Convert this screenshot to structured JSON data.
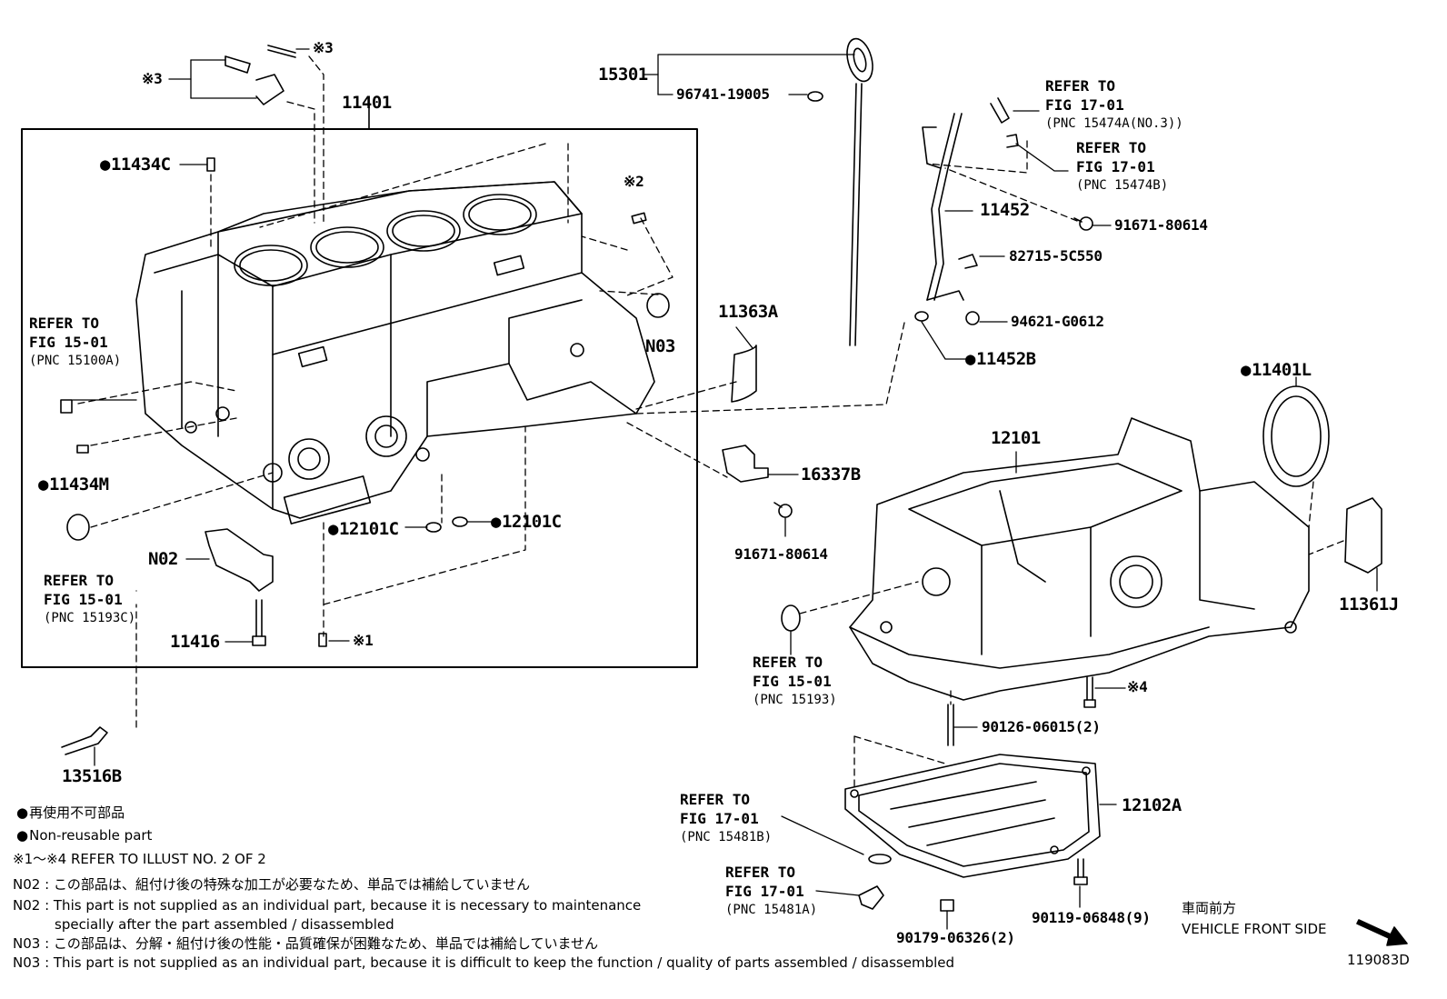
{
  "parts": {
    "p15301": "15301",
    "p96741": "96741-19005",
    "p11401": "11401",
    "p11434C": "11434C",
    "p11434M": "11434M",
    "p11363A": "11363A",
    "pN03": "N03",
    "p11452": "11452",
    "p82715": "82715-5C550",
    "p94621": "94621-G0612",
    "p91671a": "91671-80614",
    "p11452B": "11452B",
    "p11401L": "11401L",
    "p12101": "12101",
    "p16337B": "16337B",
    "p91671b": "91671-80614",
    "p12101C_a": "12101C",
    "p12101C_b": "12101C",
    "pN02": "N02",
    "p11416": "11416",
    "p13516B": "13516B",
    "p11361J": "11361J",
    "p90126": "90126-06015(2)",
    "p12102A": "12102A",
    "p90119": "90119-06848(9)",
    "p90179": "90179-06326(2)",
    "mark3a": "※3",
    "mark3b": "※3",
    "mark2": "※2",
    "mark1": "※1",
    "mark4": "※4"
  },
  "refs": {
    "r1": {
      "l1": "REFER TO",
      "l2": "FIG 17-01",
      "l3": "(PNC 15474A(NO.3))"
    },
    "r2": {
      "l1": "REFER TO",
      "l2": "FIG 17-01",
      "l3": "(PNC 15474B)"
    },
    "r3": {
      "l1": "REFER TO",
      "l2": "FIG 15-01",
      "l3": "(PNC 15100A)"
    },
    "r4": {
      "l1": "REFER TO",
      "l2": "FIG 15-01",
      "l3": "(PNC 15193C)"
    },
    "r5": {
      "l1": "REFER TO",
      "l2": "FIG 15-01",
      "l3": "(PNC 15193)"
    },
    "r6": {
      "l1": "REFER TO",
      "l2": "FIG 17-01",
      "l3": "(PNC 15481B)"
    },
    "r7": {
      "l1": "REFER TO",
      "l2": "FIG 17-01",
      "l3": "(PNC 15481A)"
    }
  },
  "legend": {
    "jp_nonreuse": "再使用不可部品",
    "en_nonreuse": "Non-reusable part",
    "refer_illust": "※1～※4  REFER TO ILLUST NO. 2 OF 2",
    "n02_jp": "N02 : この部品は、組付け後の特殊な加工が必要なため、単品では補給していません",
    "n02_en1": "N02 : This part is not supplied as an individual part, because it is necessary to maintenance",
    "n02_en2": "specially after the part assembled / disassembled",
    "n03_jp": "N03 : この部品は、分解・組付け後の性能・品質確保が困難なため、単品では補給していません",
    "n03_en": "N03 : This part is not supplied as an individual part, because it is difficult to keep the function / quality of parts  assembled / disassembled"
  },
  "vehicle_front_jp": "車両前方",
  "vehicle_front_en": "VEHICLE FRONT SIDE",
  "illust_no": "119083D"
}
